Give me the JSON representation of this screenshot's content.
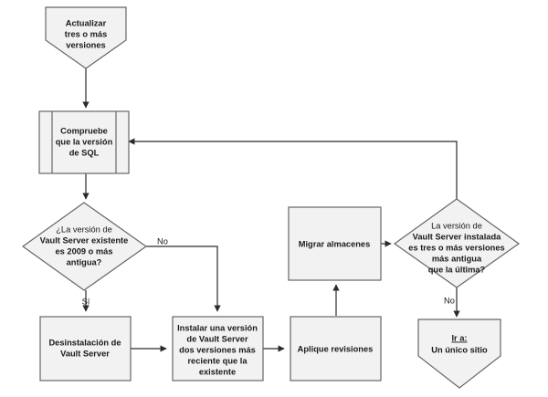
{
  "diagram": {
    "title": "Actualizar tres o más versiones",
    "type": "flowchart",
    "language": "es",
    "colors": {
      "node_fill": "#f2f2f2",
      "node_stroke": "#666666",
      "edge_stroke": "#2b2b2b",
      "text": "#1a1a1a",
      "background": "#ffffff"
    }
  },
  "nodes": {
    "start": {
      "shape": "pentagon-down",
      "name": "start-node",
      "lines": [
        "Actualizar",
        "tres o más",
        "versiones"
      ]
    },
    "check_sql": {
      "shape": "predefined-process",
      "name": "check-sql-node",
      "lines": [
        "Compruebe",
        "que la versión",
        "de SQL"
      ]
    },
    "decision_version": {
      "shape": "diamond",
      "name": "decision-existing-version-node",
      "lines": [
        "¿La versión de",
        "Vault Server existente",
        "es 2009 o más",
        "antigua?"
      ]
    },
    "uninstall": {
      "shape": "rectangle",
      "name": "uninstall-node",
      "lines": [
        "Desinstalación de",
        "Vault Server"
      ]
    },
    "install": {
      "shape": "rectangle",
      "name": "install-node",
      "lines": [
        "Instalar una versión",
        "de Vault Server",
        "dos versiones más",
        "reciente que la",
        "existente"
      ]
    },
    "apply_patches": {
      "shape": "rectangle",
      "name": "apply-patches-node",
      "lines": [
        "Aplique revisiones"
      ]
    },
    "migrate": {
      "shape": "rectangle",
      "name": "migrate-stores-node",
      "lines": [
        "Migrar almacenes"
      ]
    },
    "decision_installed": {
      "shape": "diamond",
      "name": "decision-installed-version-node",
      "lines": [
        "La versión de",
        "Vault Server instalada",
        "es tres o más versiones",
        "más antigua",
        "que la última?"
      ]
    },
    "goto": {
      "shape": "pentagon-down",
      "name": "goto-node",
      "link_label": "Ir a:",
      "lines": [
        "Un único sitio"
      ]
    }
  },
  "edge_labels": {
    "decision_version_no": "No",
    "decision_version_yes": "Sí",
    "decision_installed_no": "No"
  }
}
